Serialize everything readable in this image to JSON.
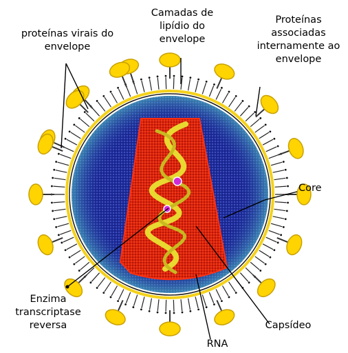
{
  "labels": {
    "envelope_proteins": "proteínas virais do\nenvelope",
    "lipid_layers": "Camadas de\nlipídio do\nenvelope",
    "internal_proteins": "Proteínas\nassociadas\ninternamente ao\nenvelope",
    "core": "Core",
    "reverse_transcriptase": "Enzima\ntranscriptase\nreversa",
    "rna": "RNA",
    "capsid": "Capsídeo"
  },
  "colors": {
    "spike_fill": "#ffd400",
    "spike_outline": "#c8a000",
    "matrix_ring": "#f4d11a",
    "core_blue": "#1d2a9a",
    "capsid_red": "#e0230d",
    "rna_yellow": "#e8d830",
    "enzyme_magenta": "#d02ad8"
  }
}
